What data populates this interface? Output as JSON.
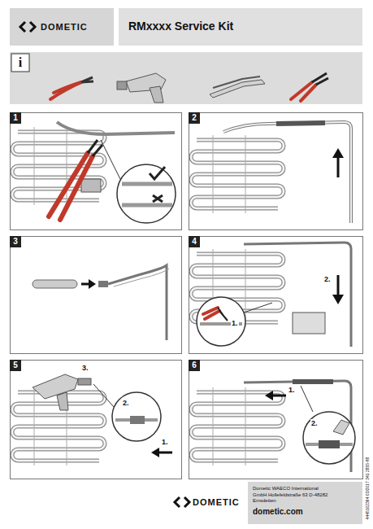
{
  "diagram": {
    "title": "RMxxxx Service Kit",
    "nodes": [
      {
        "text": [
          "i"
        ]
      },
      {
        "text": [
          "1"
        ]
      },
      {
        "text": [
          "2"
        ]
      },
      {
        "text": [
          "3"
        ]
      },
      {
        "text": [
          "4"
        ]
      },
      {
        "text": [
          "5"
        ]
      },
      {
        "text": [
          "6"
        ]
      },
      {
        "text": [
          "Dometic WAECO International GmbH Hollefeldstraße 63 D-48282 Emsdetten",
          "dometic.com"
        ]
      }
    ],
    "labels": [
      "DOMETIC",
      "1.",
      "2.",
      "3.",
      "2.",
      "1.",
      "1.",
      "2.",
      "DOMETIC",
      "4445102364 03/2017 341 2855-98"
    ]
  }
}
